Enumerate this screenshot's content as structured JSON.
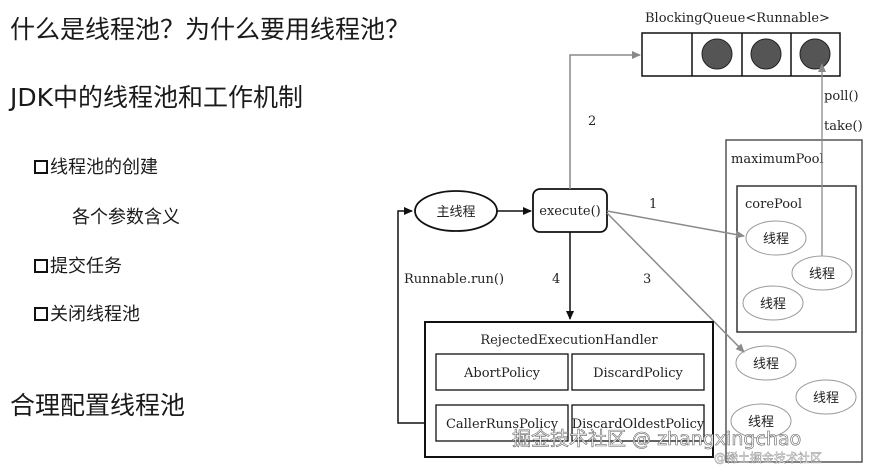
{
  "left": {
    "title": "什么是线程池？为什么要用线程池？",
    "section1": "JDK中的线程池和工作机制",
    "items": [
      "线程池的创建",
      "提交任务",
      "关闭线程池"
    ],
    "subitem": "各个参数含义",
    "section2": "合理配置线程池"
  },
  "diagram": {
    "queue_label": "BlockingQueue<Runnable>",
    "poll_label": "poll()",
    "take_label": "take()",
    "max_pool_label": "maximumPool",
    "core_pool_label": "corePool",
    "thread_label": "线程",
    "main_thread": "主线程",
    "execute": "execute()",
    "run_label": "Runnable.run()",
    "step1": "1",
    "step2": "2",
    "step3": "3",
    "step4": "4",
    "handler_title": "RejectedExecutionHandler",
    "policies": [
      "AbortPolicy",
      "DiscardPolicy",
      "CallerRunsPolicy",
      "DiscardOldestPolicy"
    ]
  },
  "watermark": {
    "main": "掘金技术社区 @ zhangxingchao",
    "corner": "@稀土掘金技术社区"
  }
}
